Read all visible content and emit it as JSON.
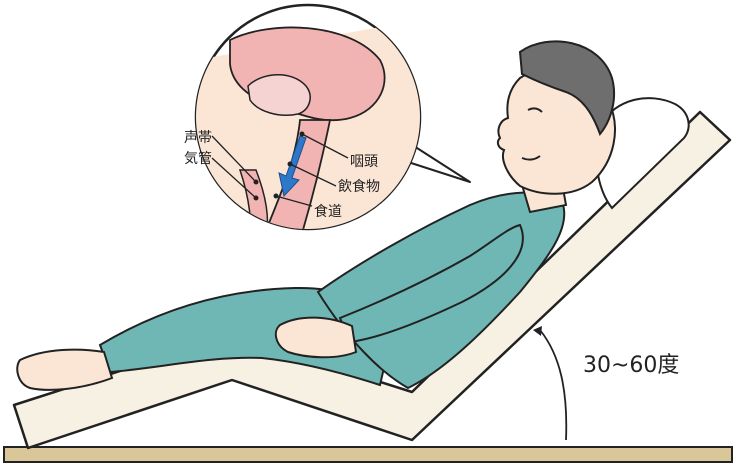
{
  "labels": {
    "vocal_cords": "声帯",
    "trachea": "気管",
    "pharynx": "咽頭",
    "food_bolus": "飲食物",
    "esophagus": "食道",
    "recline_angle": "30~60度"
  },
  "colors": {
    "pajama": "#6fb7b5",
    "skin": "#fbe6d6",
    "hair": "#6e6e6e",
    "mattress": "#f7f1e3",
    "bed_frame": "#d9c79a",
    "tissue_pink": "#f2b3b3",
    "arrow_blue": "#2e78c9"
  }
}
